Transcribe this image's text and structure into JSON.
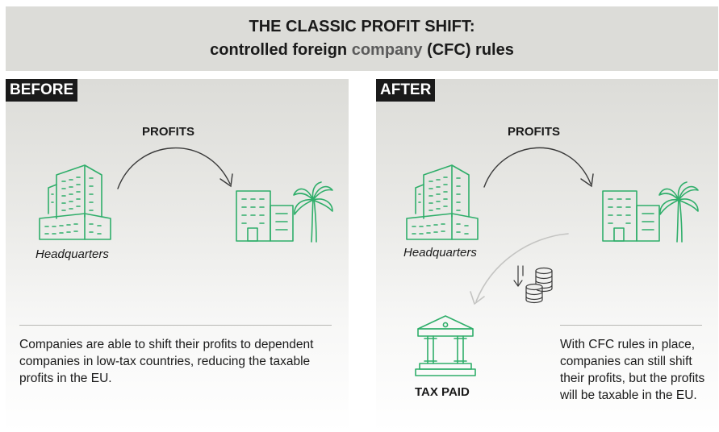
{
  "title": {
    "line1": "THE CLASSIC PROFIT SHIFT:",
    "line2_part1": "controlled foreign ",
    "line2_accent": "company",
    "line2_part2": " (CFC) rules"
  },
  "before": {
    "tag": "BEFORE",
    "profits_label": "PROFITS",
    "hq_label": "Headquarters",
    "description": "Companies are able to shift their profits to dependent companies in low-tax countries, reducing the taxable profits in the EU."
  },
  "after": {
    "tag": "AFTER",
    "profits_label": "PROFITS",
    "hq_label": "Headquarters",
    "tax_label": "TAX PAID",
    "description": "With CFC rules in place, companies can still shift their profits, but the profits will be taxable in the EU."
  },
  "icons": {
    "headquarters": "office-building-icon",
    "subsidiary": "low-tax-building-icon",
    "palm": "palm-tree-icon",
    "coins": "coins-icon",
    "tax": "government-building-icon"
  },
  "colors": {
    "icon_green": "#2fae6a",
    "tag_bg": "#1a1a1a",
    "band_bg": "#dcdcd8"
  }
}
